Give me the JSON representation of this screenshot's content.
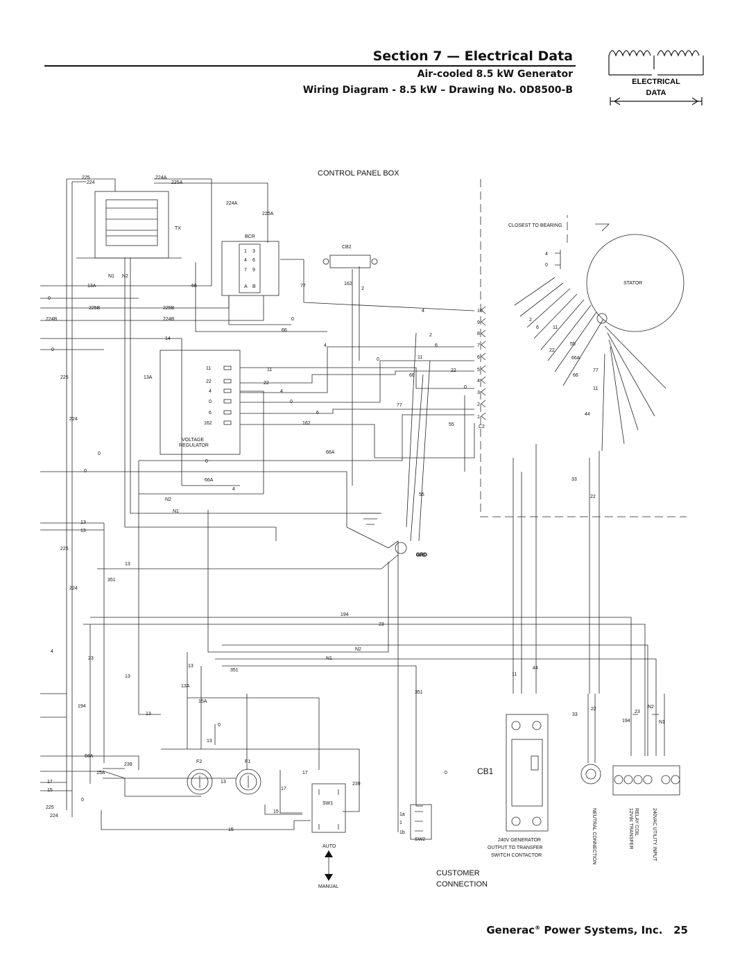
{
  "header": {
    "section_title": "Section 7 — Electrical Data",
    "subtitle_1": "Air-cooled 8.5 kW Generator",
    "subtitle_2": "Wiring Diagram - 8.5 kW – Drawing No. 0D8500-B"
  },
  "badge": {
    "line1": "ELECTRICAL",
    "line2": "DATA"
  },
  "diagram": {
    "control_panel_box": "CONTROL PANEL BOX",
    "tx": "TX",
    "bcr": "BCR",
    "bcr_pins": [
      "1",
      "3",
      "4",
      "6",
      "7",
      "9",
      "A",
      "B"
    ],
    "cb2": "CB2",
    "closest_to_bearing": "CLOSEST TO BEARING",
    "stator": "STATOR",
    "voltage_regulator": [
      "VOLTAGE",
      "REGULATOR"
    ],
    "vr_terminals": [
      "11",
      "22",
      "4",
      "0",
      "6",
      "162"
    ],
    "c2": "C2",
    "c2_terminals": [
      "10",
      "9",
      "8",
      "7",
      "6",
      "5",
      "4",
      "3",
      "2",
      "1"
    ],
    "grd": "GRD",
    "f2": "F2",
    "f1": "F1",
    "sw1": "SW1",
    "sw2": "SW2",
    "auto": "AUTO",
    "manual": "MANUAL",
    "cb1": "CB1",
    "sw2_terminals": [
      "1a",
      "1",
      "1b"
    ],
    "generator_output": [
      "240V GENERATOR",
      "OUTPUT TO TRANSFER",
      "SWITCH CONTACTOR"
    ],
    "neutral_connection": "NEUTRAL CONNECTION",
    "transfer_relay_coil": [
      "12Vdc TRANSFER",
      "RELAY COIL"
    ],
    "utility_input": "240VAC UTILITY INPUT",
    "customer_connection": [
      "CUSTOMER",
      "CONNECTION"
    ],
    "wire_labels": {
      "w225": "225",
      "w224": "224",
      "w224A": "224A",
      "w225A": "225A",
      "w13A": "13A",
      "w0": "0",
      "w225B": "225B",
      "w224B": "224B",
      "w14": "14",
      "w66": "66",
      "w77": "77",
      "w162": "162",
      "w2": "2",
      "w4": "4",
      "w6": "6",
      "w11": "11",
      "w22": "22",
      "w55": "55",
      "w66A": "66A",
      "w44": "44",
      "w33": "33",
      "w13": "13",
      "w351": "351",
      "w194": "194",
      "w23": "23",
      "wN1": "N1",
      "wN2": "N2",
      "w15A": "15A",
      "w239": "239",
      "w17": "17",
      "w15": "15"
    }
  },
  "footer": {
    "company": "Generac",
    "reg": "®",
    "rest": " Power Systems, Inc.",
    "page": "25"
  }
}
